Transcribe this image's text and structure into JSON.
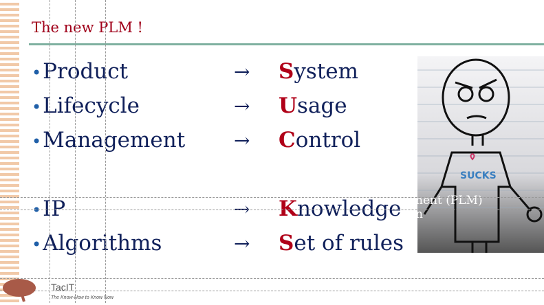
{
  "slide": {
    "title": "The new PLM !",
    "rows": [
      {
        "term": "Product",
        "arrow": "→",
        "first": "S",
        "rest": "ystem"
      },
      {
        "term": "Lifecycle",
        "arrow": "→",
        "first": "U",
        "rest": "sage"
      },
      {
        "term": "Management",
        "arrow": "→",
        "first": "C",
        "rest": "ontrol"
      },
      {
        "term": "IP",
        "arrow": "→",
        "first": "K",
        "rest": "nowledge"
      },
      {
        "term": "Algorithms",
        "arrow": "→",
        "first": "S",
        "rest": "et of rules"
      }
    ],
    "bullet": "•",
    "image_caption": "nent (PLM)\nn",
    "shirt_text": "SUCKS",
    "logo": {
      "brand": "TacIT",
      "tagline": "The Know-How to Know Now"
    }
  },
  "colors": {
    "title": "#a0001a",
    "text": "#10205a",
    "accent": "#b00018",
    "rule": "#7fb0a0"
  }
}
